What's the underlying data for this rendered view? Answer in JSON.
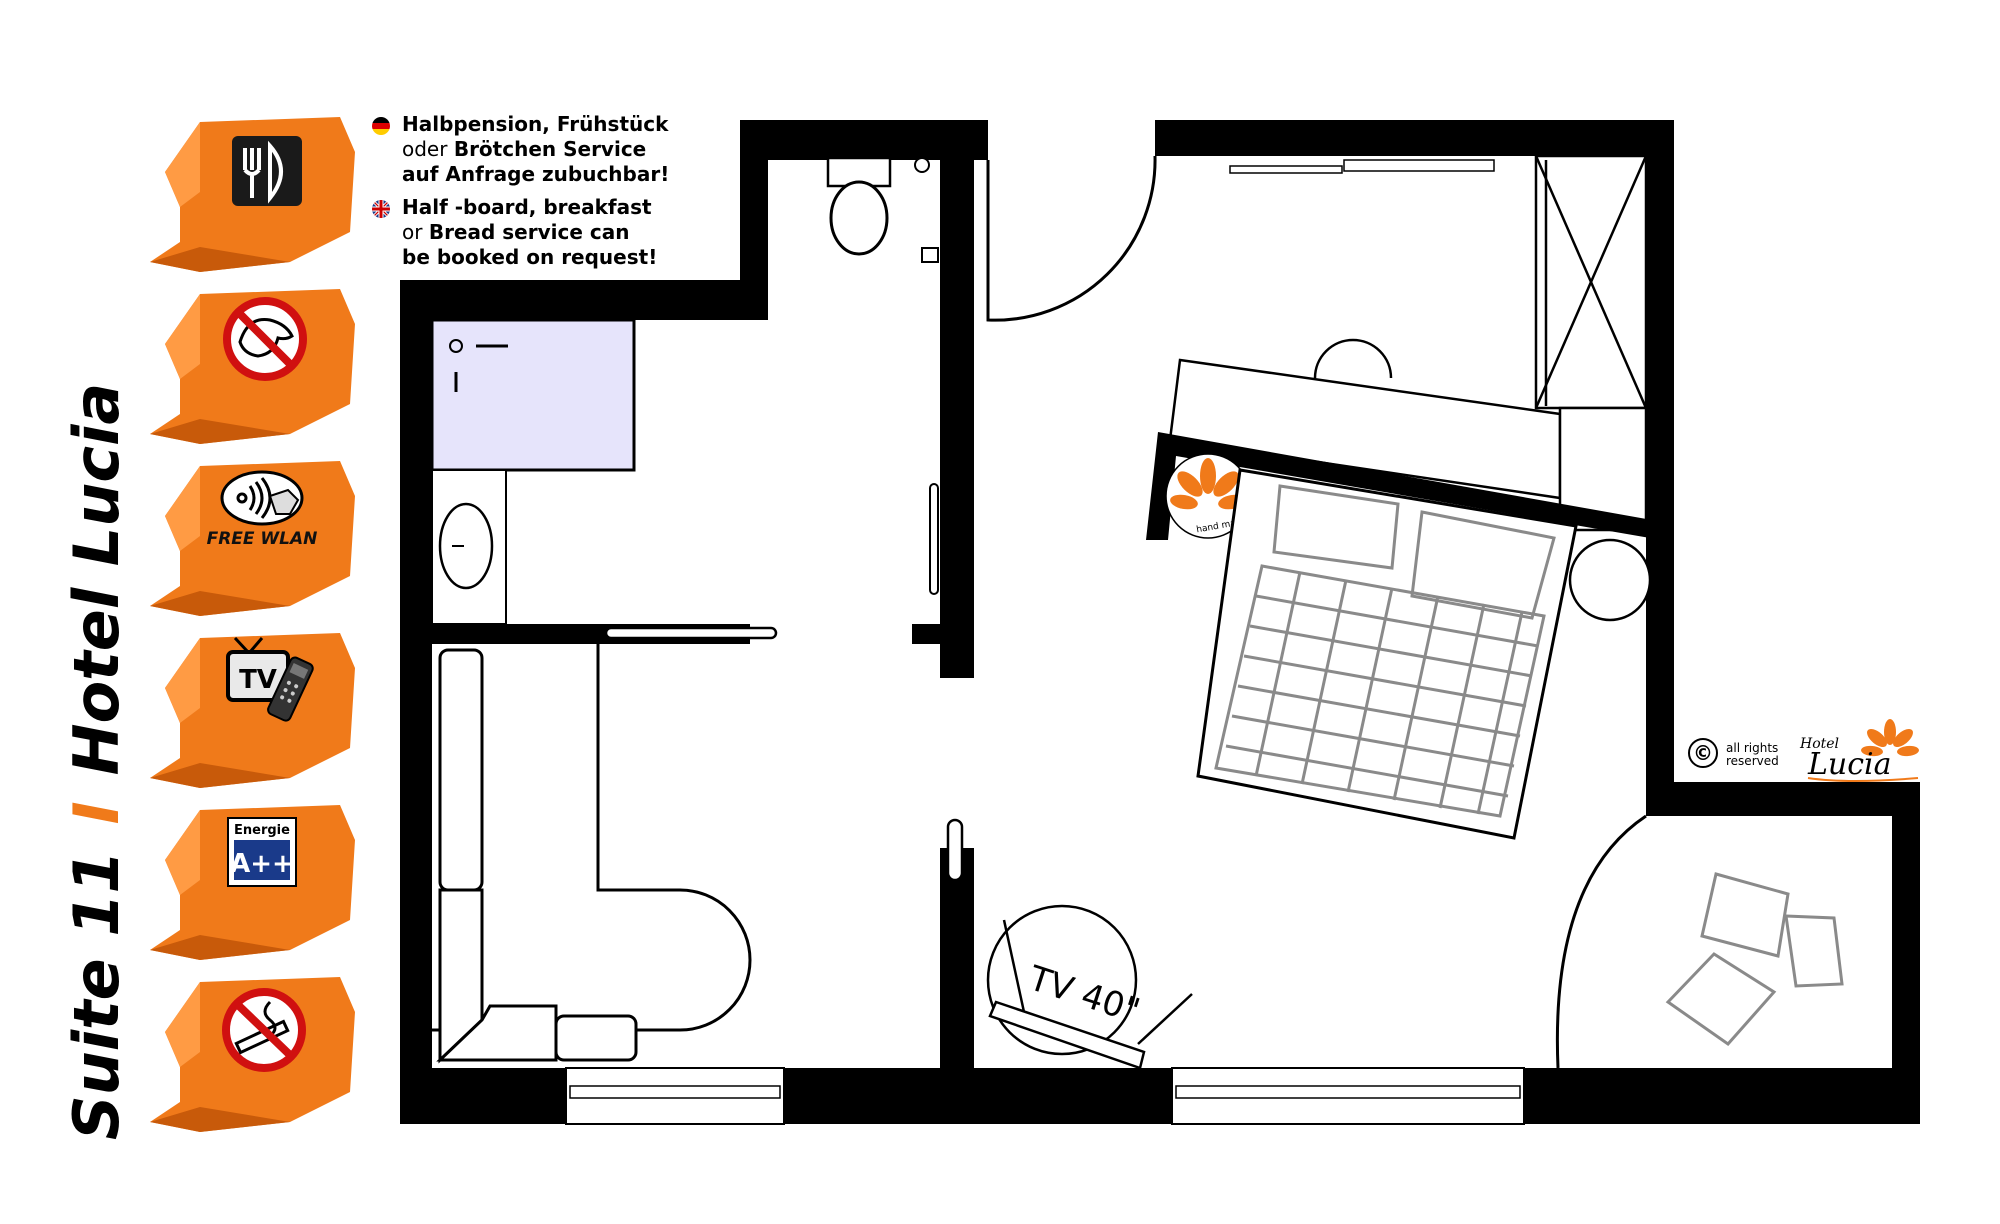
{
  "title": {
    "suite": "Suite 11",
    "separator": "I",
    "hotel": "Hotel Lucia"
  },
  "amenity_icons": [
    {
      "name": "restaurant-icon",
      "label": ""
    },
    {
      "name": "no-dogs-icon",
      "label": ""
    },
    {
      "name": "free-wlan-icon",
      "label": "FREE WLAN"
    },
    {
      "name": "tv-icon",
      "label": "TV"
    },
    {
      "name": "energy-label-icon",
      "label": "Energie",
      "rating": "A++"
    },
    {
      "name": "no-smoking-icon",
      "label": ""
    }
  ],
  "notes": {
    "de": {
      "flag": "germany-flag-icon",
      "line1_bold": "Halbpension, Frühstück",
      "line2_pre": "oder ",
      "line2_bold": "Brötchen Service",
      "line3_bold": "auf Anfrage zubuchbar!"
    },
    "en": {
      "flag": "uk-flag-icon",
      "line1_bold": "Half -board, breakfast",
      "line2_pre": "or ",
      "line2_bold": "Bread service can",
      "line3_bold": "be booked on request!"
    }
  },
  "floor_plan": {
    "tv_label": "TV 40\"",
    "logo_stamp_text": "hand made"
  },
  "copyright": {
    "symbol": "©",
    "text": "all rights reserved",
    "brand_small": "Hotel",
    "brand_large": "Lucia"
  },
  "colors": {
    "accent_orange": "#f07a1a",
    "wall": "#000000",
    "shower_fill": "#e6e4fb",
    "bedding_line": "#8a8a8a"
  }
}
